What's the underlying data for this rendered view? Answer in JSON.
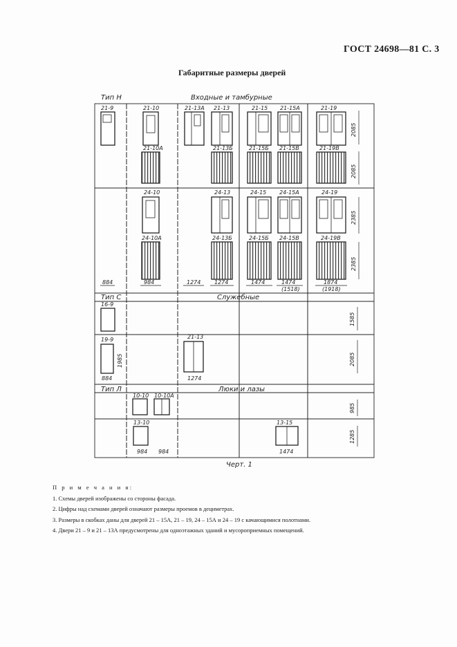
{
  "page": {
    "header": "ГОСТ 24698—81 С. 3",
    "title": "Габаритные размеры дверей"
  },
  "drawing": {
    "caption": "Черт. 1",
    "sections": [
      {
        "type_label": "Тип Н",
        "title": "Входные и тамбурные"
      },
      {
        "type_label": "Тип С",
        "title": "Служебные"
      },
      {
        "type_label": "Тип Л",
        "title": "Люки и лазы"
      }
    ],
    "doors": {
      "r1": [
        "21-9",
        "21-10",
        "21-13А",
        "21-13",
        "21-15",
        "21-15А",
        "21-19"
      ],
      "r2": [
        "21-10А",
        "21-13Б",
        "21-15Б",
        "21-15В",
        "21-19В"
      ],
      "r3": [
        "24-10",
        "24-13",
        "24-15",
        "24-15А",
        "24-19"
      ],
      "r4": [
        "24-10А",
        "24-13Б",
        "24-15Б",
        "24-15В",
        "24-19В"
      ],
      "c1": [
        "16-9"
      ],
      "c2": [
        "19-9",
        "21-13"
      ],
      "l1": [
        "10-10",
        "10-10А"
      ],
      "l2": [
        "13-10",
        "13-15"
      ]
    },
    "widths": {
      "h": [
        "884",
        "984",
        "1274",
        "1274",
        "1474",
        "1474",
        "(1518)",
        "1874",
        "(1918)"
      ],
      "c": [
        "884",
        "1274"
      ],
      "l": [
        "984",
        "984",
        "1474"
      ]
    },
    "heights": {
      "h": [
        "2085",
        "2085",
        "2385",
        "2385"
      ],
      "c": [
        "1585",
        "2085",
        "1985"
      ],
      "l": [
        "985",
        "1285"
      ]
    }
  },
  "notes": {
    "heading": "П р и м е ч а н и я:",
    "items": [
      "1. Схемы дверей изображены со стороны фасада.",
      "2. Цифры над схемами дверей означают размеры проемов в дециметрах.",
      "3. Размеры в скобках даны для дверей 21 – 15А, 21 – 19, 24 – 15А и 24 – 19 с качающимися полотнами.",
      "4. Двери 21 – 9 и 21 – 13А предусмотрены для одноэтажных зданий и мусороприемных помещений."
    ]
  }
}
